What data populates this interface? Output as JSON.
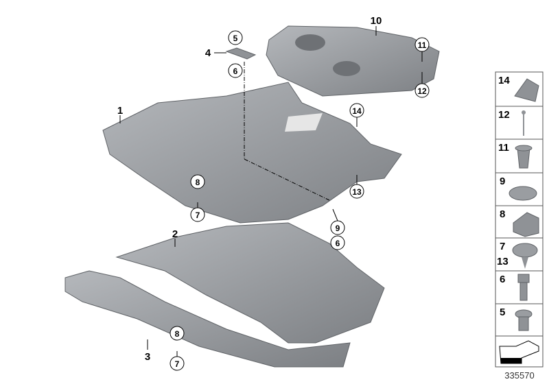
{
  "diagram_number": "335570",
  "callouts": {
    "c10": "10",
    "c11": "11",
    "c12": "12",
    "c5a": "5",
    "c4": "4",
    "c6a": "6",
    "c1": "1",
    "c14": "14",
    "c13": "13",
    "c8a": "8",
    "c7a": "7",
    "c9": "9",
    "c6b": "6",
    "c2": "2",
    "c3": "3",
    "c8b": "8",
    "c7b": "7"
  },
  "legend": [
    "14",
    "12",
    "11",
    "9",
    "8",
    "7",
    "13",
    "6",
    "5"
  ],
  "colors": {
    "part_fill": "#8f9296",
    "part_edge": "#5f6266",
    "panel_border": "#555555"
  }
}
